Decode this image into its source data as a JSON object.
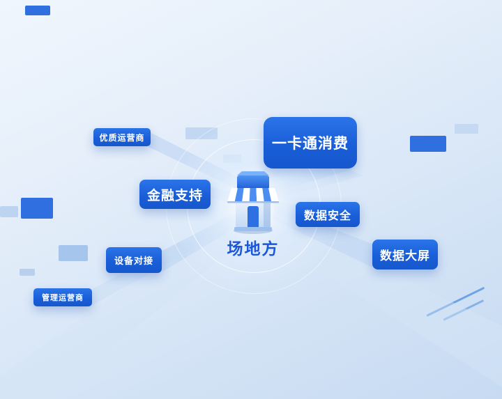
{
  "diagram": {
    "center": {
      "label": "场地方",
      "icon": "storefront-icon"
    },
    "nodes": [
      {
        "id": "premium-operator",
        "label": "优质运营商"
      },
      {
        "id": "onecard-consume",
        "label": "一卡通消费"
      },
      {
        "id": "finance-support",
        "label": "金融支持"
      },
      {
        "id": "data-security",
        "label": "数据安全"
      },
      {
        "id": "device-docking",
        "label": "设备对接"
      },
      {
        "id": "data-dashboard",
        "label": "数据大屏"
      },
      {
        "id": "management-operator",
        "label": "管理运营商"
      }
    ],
    "colors": {
      "node_blue": "#1d64d8",
      "center_text_blue": "#1b57d8",
      "background_light": "#e8f1fb",
      "background_deep": "#c6daf2",
      "beam": "#bcd4f2"
    }
  }
}
